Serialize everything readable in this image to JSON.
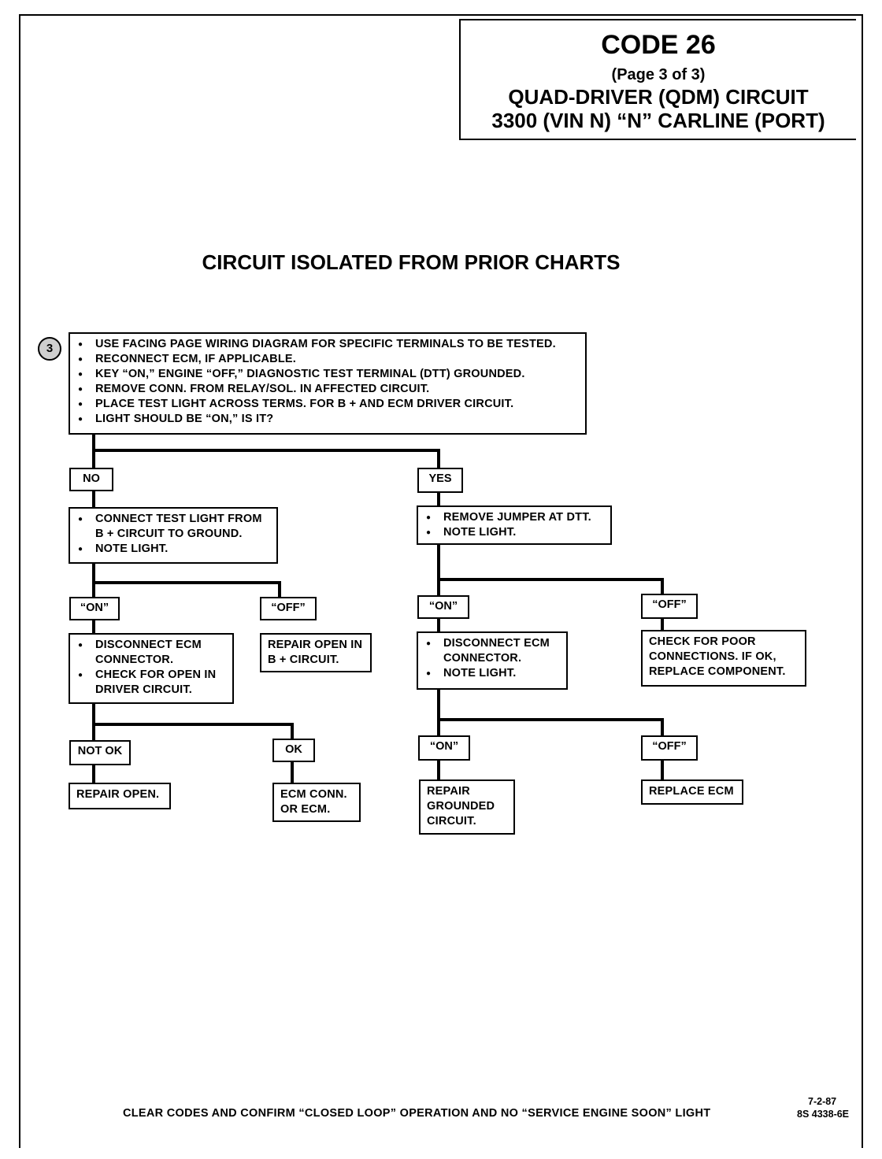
{
  "header": {
    "code": "CODE 26",
    "page": "(Page 3 of 3)",
    "line1": "QUAD-DRIVER (QDM) CIRCUIT",
    "line2": "3300  (VIN N)  “N”  CARLINE  (PORT)"
  },
  "main_title": "CIRCUIT ISOLATED FROM PRIOR CHARTS",
  "step_number": "3",
  "start_box": {
    "items": [
      "USE FACING PAGE WIRING DIAGRAM FOR SPECIFIC TERMINALS TO BE TESTED.",
      "RECONNECT ECM, IF APPLICABLE.",
      "KEY “ON,” ENGINE “OFF,” DIAGNOSTIC TEST TERMINAL (DTT) GROUNDED.",
      "REMOVE CONN. FROM RELAY/SOL. IN AFFECTED CIRCUIT.",
      "PLACE TEST LIGHT ACROSS TERMS. FOR B +  AND ECM DRIVER CIRCUIT.",
      "LIGHT SHOULD BE “ON,” IS IT?"
    ]
  },
  "labels": {
    "no": "NO",
    "yes": "YES",
    "on_1": "“ON”",
    "off_1": "“OFF”",
    "on_2": "“ON”",
    "off_2": "“OFF”",
    "not_ok": "NOT OK",
    "ok": "OK",
    "on_3": "“ON”",
    "off_3": "“OFF”"
  },
  "boxes": {
    "no_branch": {
      "items": [
        "CONNECT TEST LIGHT FROM B +  CIRCUIT TO GROUND.",
        "NOTE LIGHT."
      ]
    },
    "yes_branch": {
      "items": [
        "REMOVE JUMPER AT DTT.",
        "NOTE LIGHT."
      ]
    },
    "no_on": {
      "items": [
        "DISCONNECT ECM CONNECTOR.",
        "CHECK FOR OPEN IN DRIVER CIRCUIT."
      ]
    },
    "no_off": {
      "text": "REPAIR OPEN IN\nB +  CIRCUIT."
    },
    "yes_on": {
      "items": [
        "DISCONNECT ECM CONNECTOR.",
        "NOTE LIGHT."
      ]
    },
    "yes_off": {
      "text": "CHECK FOR POOR\nCONNECTIONS.  IF OK,\nREPLACE COMPONENT."
    },
    "not_ok": {
      "text": "REPAIR OPEN."
    },
    "ok": {
      "text": "ECM CONN.\nOR ECM."
    },
    "on_3": {
      "text": "REPAIR\nGROUNDED\nCIRCUIT."
    },
    "off_3": {
      "text": "REPLACE ECM"
    }
  },
  "footer": {
    "instruction": "CLEAR CODES AND CONFIRM “CLOSED LOOP” OPERATION AND NO “SERVICE ENGINE SOON” LIGHT",
    "date": "7-2-87",
    "reference": "8S 4338-6E"
  }
}
